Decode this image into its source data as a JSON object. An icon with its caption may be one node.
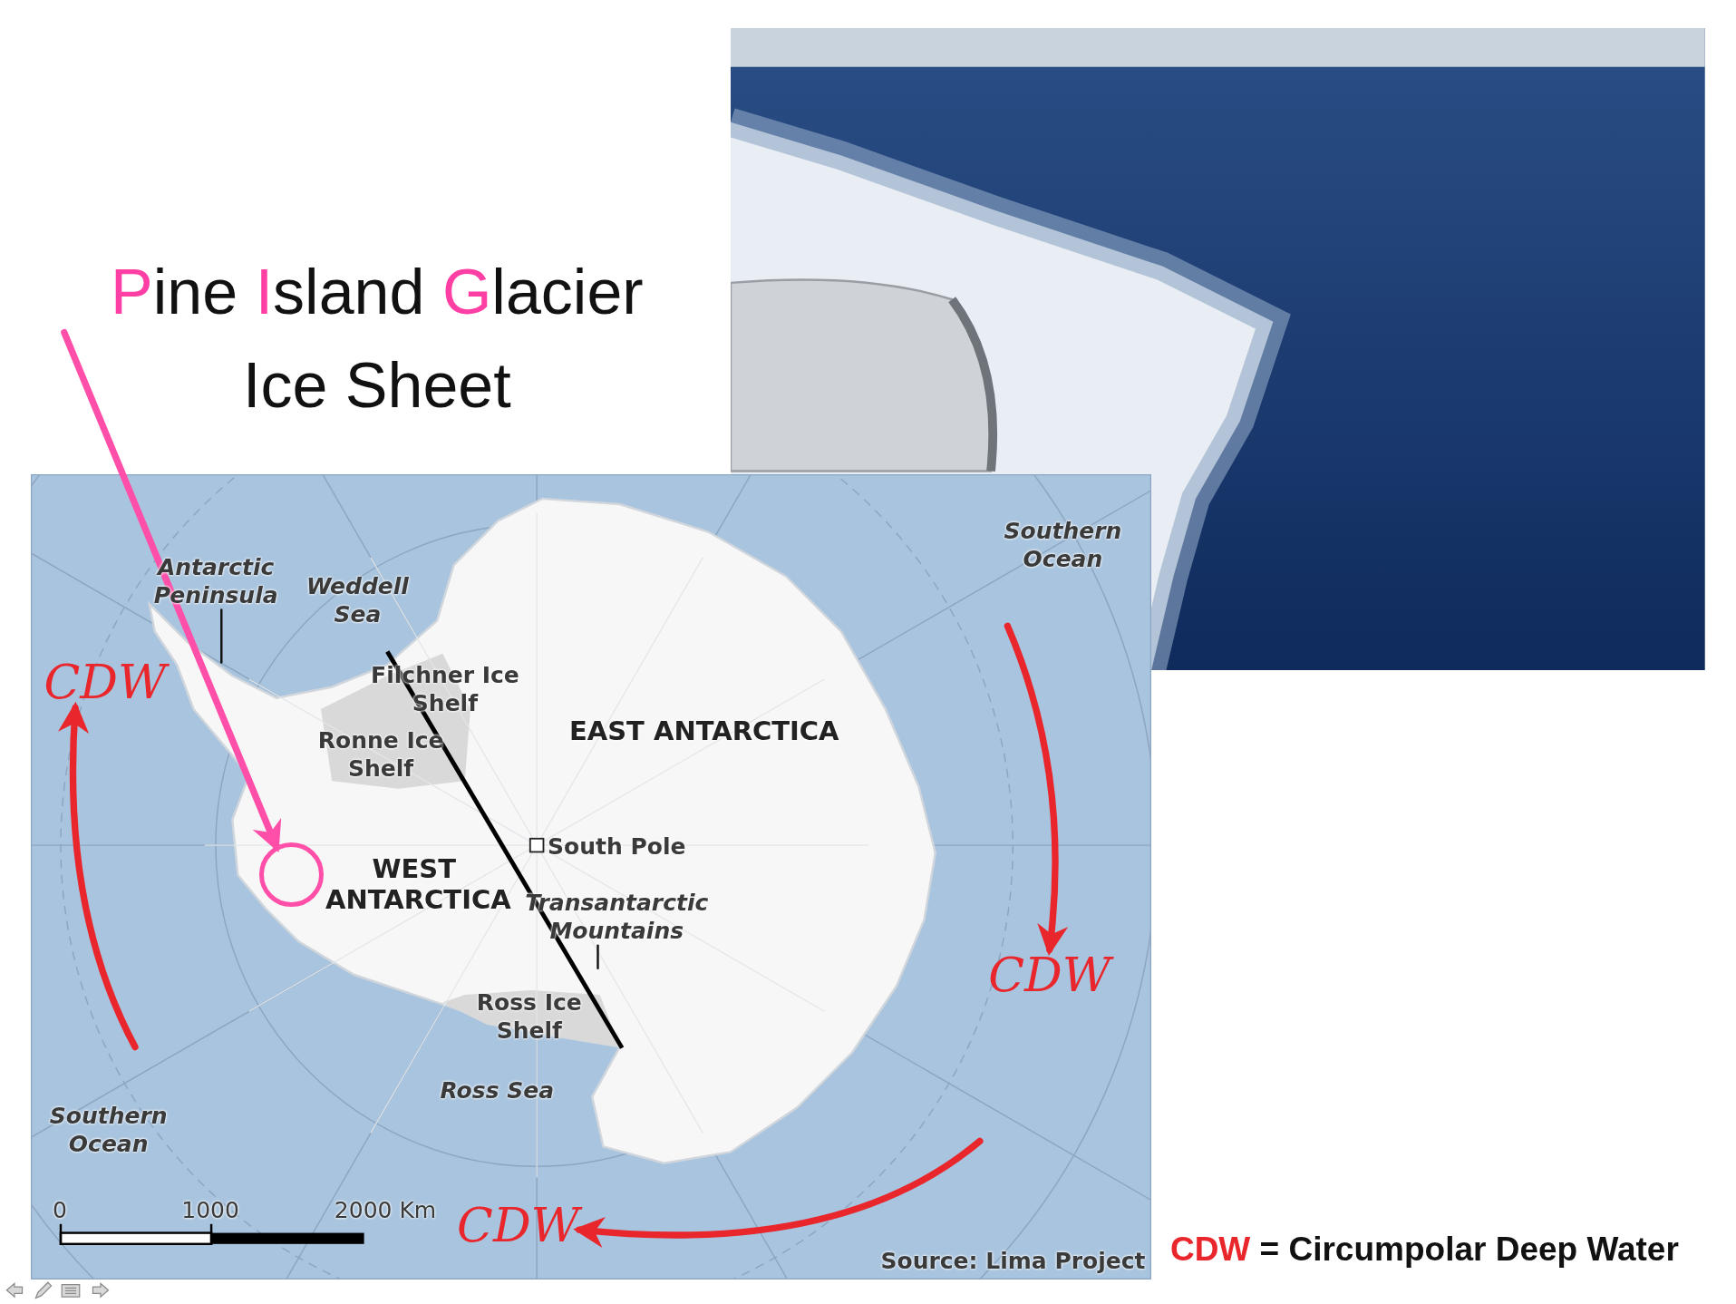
{
  "diagram": {
    "nodes": [
      {
        "text": [
          "Pine Island Glacier",
          "Ice Sheet"
        ]
      },
      {
        "text": [],
        "shape": "circle"
      },
      {
        "text": [
          "CDW"
        ]
      },
      {
        "text": [
          "CDW"
        ]
      },
      {
        "text": [
          "CDW"
        ]
      },
      {
        "text": [
          "Antarctic Peninsula"
        ]
      },
      {
        "text": [
          "Transantarctic Mountains"
        ]
      }
    ],
    "edges": [
      {
        "from": 0,
        "to": 1,
        "arrow": "to",
        "color": "#ff4fa8"
      },
      {
        "from": null,
        "to": 2,
        "arrow": "to",
        "color": "#e8262b"
      },
      {
        "from": null,
        "to": 3,
        "arrow": "to",
        "color": "#e8262b"
      },
      {
        "from": null,
        "to": 4,
        "arrow": "to",
        "color": "#e8262b"
      },
      {
        "from": 5,
        "to": null,
        "arrow": "none",
        "color": "#111111"
      },
      {
        "from": 6,
        "to": null,
        "arrow": "none",
        "color": "#111111"
      }
    ],
    "labels": [
      "Southern Ocean",
      "Weddell Sea",
      "Filchner Ice Shelf",
      "Ronne Ice Shelf",
      "EAST ANTARCTICA",
      "South Pole",
      "WEST ANTARCTICA",
      "Ross Ice Shelf",
      "Ross Sea",
      "Southern Ocean",
      "0",
      "1000",
      "2000 Km",
      "Source: Lima Project",
      "CDW = Circumpolar Deep Water"
    ]
  }
}
